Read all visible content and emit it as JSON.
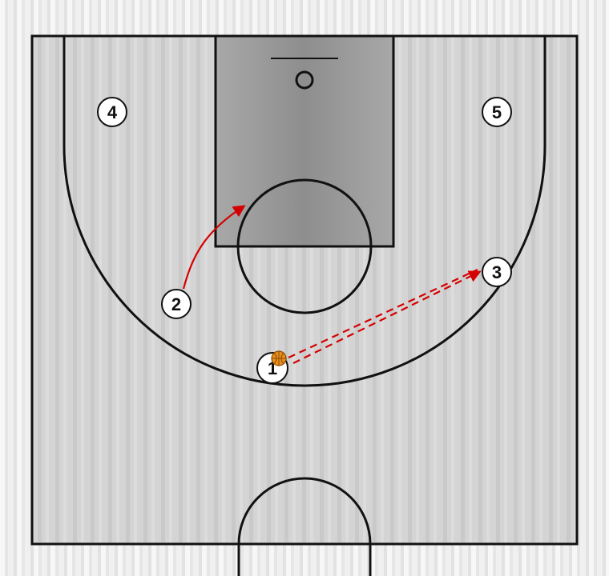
{
  "colors": {
    "court_fill": "#d2d2d2",
    "paint_fill": "#9e9e9e",
    "lines": "#111111",
    "pass_arrow": "#d40000",
    "cut_arrow": "#d40000",
    "ball": "#e8901e",
    "player_fill": "#ffffff"
  },
  "players": [
    {
      "id": "p1",
      "label": "1",
      "has_ball": true
    },
    {
      "id": "p2",
      "label": "2"
    },
    {
      "id": "p3",
      "label": "3"
    },
    {
      "id": "p4",
      "label": "4"
    },
    {
      "id": "p5",
      "label": "5"
    }
  ],
  "actions": [
    {
      "type": "pass",
      "from": "1",
      "to": "3",
      "style": "dashed-arrow"
    },
    {
      "type": "cut",
      "player": "2",
      "style": "solid-arrow"
    }
  ]
}
